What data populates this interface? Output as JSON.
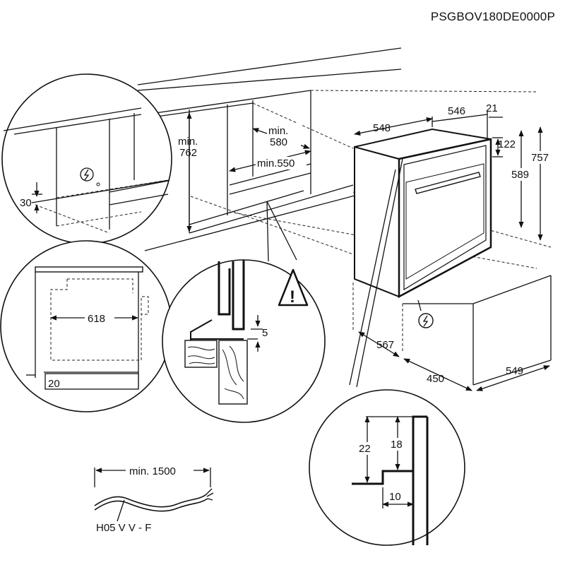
{
  "document": {
    "code": "PSGBOV180DE0000P"
  },
  "detail_top_left": {
    "dim_height": "30",
    "dim_min_762": "min.\n762"
  },
  "cabinet_view": {
    "dim_min_580_a": "min.",
    "dim_min_580_b": "580",
    "dim_min_550": "min.550",
    "dim_min762_a": "min.",
    "dim_min762_b": "762"
  },
  "oven": {
    "dim_width": "548",
    "dim_depth": "546",
    "dim_front": "21",
    "dim_top": "122",
    "dim_height_outer": "757",
    "dim_height_inner": "589",
    "dim_base_depth": "567",
    "dim_base_front": "450",
    "dim_base_side": "549"
  },
  "detail_mid_left": {
    "dim_inner_width": "618",
    "dim_bottom": "20"
  },
  "detail_center": {
    "dim_gap": "5",
    "warning_symbol": "!"
  },
  "detail_bottom_right": {
    "dim_22": "22",
    "dim_18": "18",
    "dim_10": "10"
  },
  "cable": {
    "dim_length": "min. 1500",
    "type": "H05 V V - F"
  }
}
